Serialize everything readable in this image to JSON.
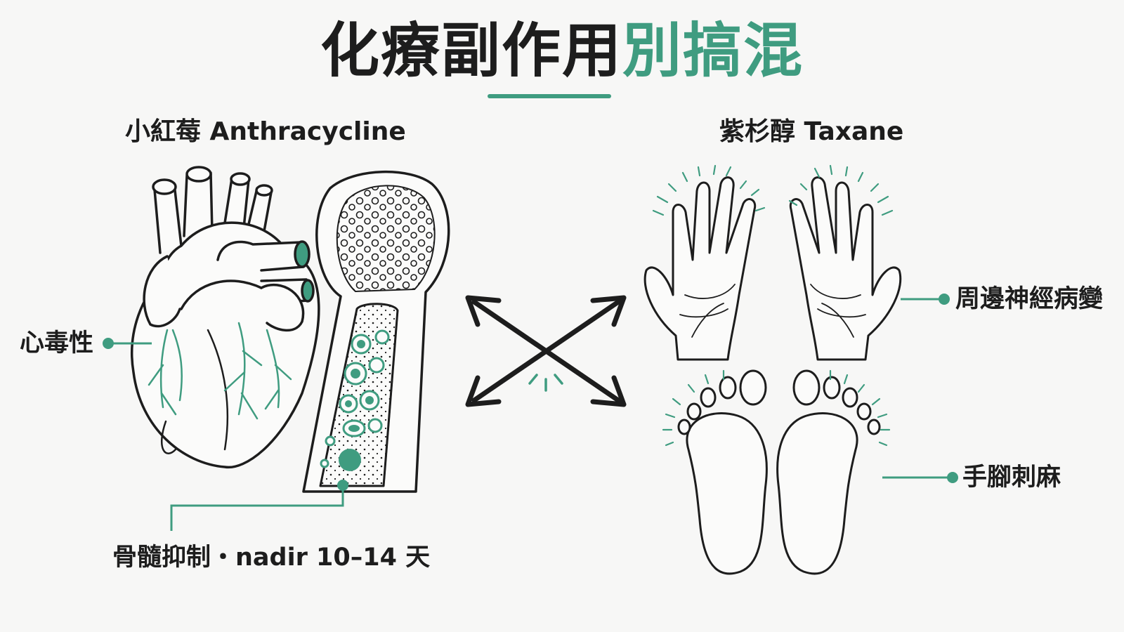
{
  "title": {
    "main": "化療副作用",
    "accent": "別搞混"
  },
  "left": {
    "heading": "小紅莓 Anthracycline",
    "label_heart": "心毒性",
    "label_marrow": "骨髓抑制・nadir 10–14 天"
  },
  "right": {
    "heading": "紫杉醇 Taxane",
    "label_hands": "周邊神經病變",
    "label_feet": "手腳刺麻"
  },
  "colors": {
    "accent": "#3f9c80",
    "ink": "#1d1d1d",
    "background": "#f7f7f6"
  },
  "icons": [
    "heart-illustration",
    "bone-marrow-illustration",
    "crossed-arrows-icon",
    "hands-illustration",
    "feet-illustration"
  ]
}
